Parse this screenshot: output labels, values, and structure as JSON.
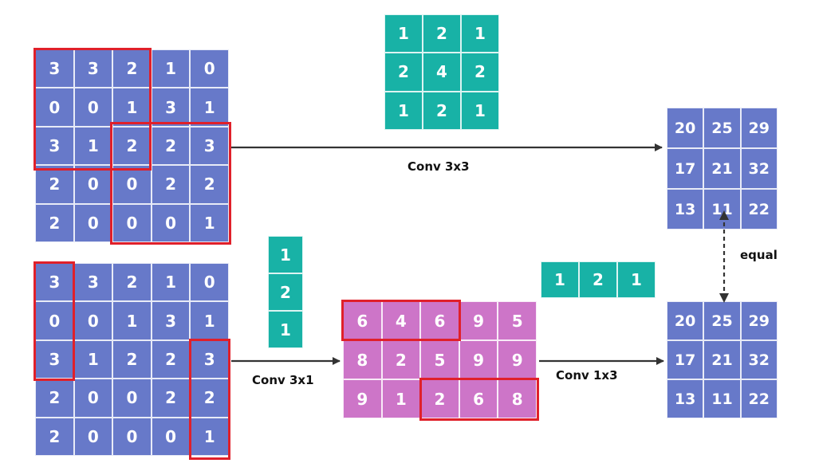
{
  "input_top": [
    [
      3,
      3,
      2,
      1,
      0
    ],
    [
      0,
      0,
      1,
      3,
      1
    ],
    [
      3,
      1,
      2,
      2,
      3
    ],
    [
      2,
      0,
      0,
      2,
      2
    ],
    [
      2,
      0,
      0,
      0,
      1
    ]
  ],
  "input_bottom": [
    [
      3,
      3,
      2,
      1,
      0
    ],
    [
      0,
      0,
      1,
      3,
      1
    ],
    [
      3,
      1,
      2,
      2,
      3
    ],
    [
      2,
      0,
      0,
      2,
      2
    ],
    [
      2,
      0,
      0,
      0,
      1
    ]
  ],
  "kernel_3x3": [
    [
      1,
      2,
      1
    ],
    [
      2,
      4,
      2
    ],
    [
      1,
      2,
      1
    ]
  ],
  "kernel_3x1": [
    [
      1
    ],
    [
      2
    ],
    [
      1
    ]
  ],
  "kernel_1x3": [
    [
      1,
      2,
      1
    ]
  ],
  "intermediate": [
    [
      6,
      4,
      6,
      9,
      5
    ],
    [
      8,
      2,
      5,
      9,
      9
    ],
    [
      9,
      1,
      2,
      6,
      8
    ]
  ],
  "output_top": [
    [
      20,
      25,
      29
    ],
    [
      17,
      21,
      32
    ],
    [
      13,
      11,
      22
    ]
  ],
  "output_bottom": [
    [
      20,
      25,
      29
    ],
    [
      17,
      21,
      32
    ],
    [
      13,
      11,
      22
    ]
  ],
  "labels": {
    "conv3x3": "Conv 3x3",
    "conv3x1": "Conv 3x1",
    "conv1x3": "Conv 1x3",
    "equal": "equal"
  },
  "colors": {
    "blue": "#6779c9",
    "teal": "#18b2a6",
    "pink": "#cd75c8",
    "highlight": "#e0202a",
    "arrow": "#333333"
  }
}
